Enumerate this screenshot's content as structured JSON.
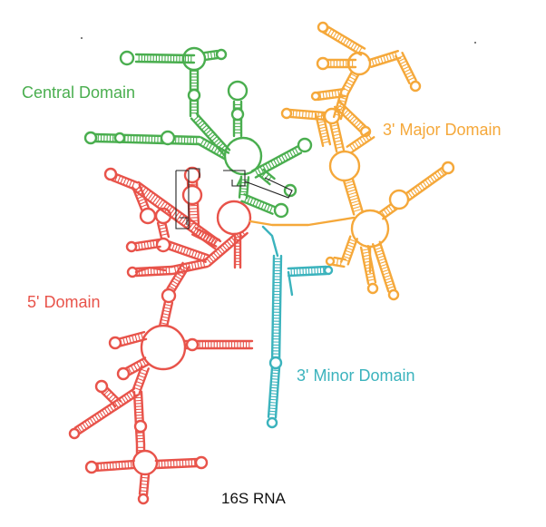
{
  "labels": {
    "central": "Central Domain",
    "major": "3' Major Domain",
    "five_prime": "5' Domain",
    "minor": "3' Minor Domain",
    "caption": "16S RNA"
  },
  "colors": {
    "five_prime": "#e8534a",
    "central": "#4aae4f",
    "major": "#f5a83a",
    "minor": "#3bb3bd",
    "outline": "#222222"
  }
}
